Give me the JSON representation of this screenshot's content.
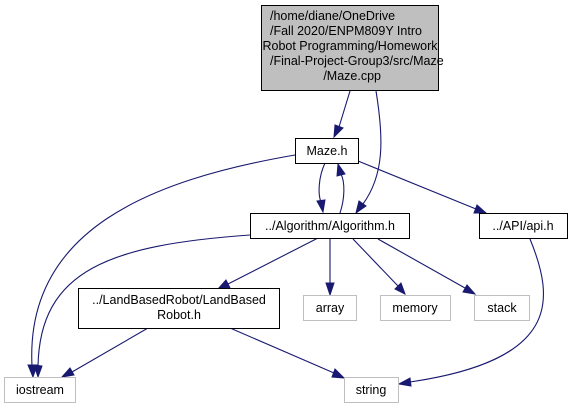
{
  "nodes": {
    "root": {
      "lines": [
        "/home/diane/OneDrive",
        "/Fall 2020/ENPM809Y Intro",
        "Robot Programming/Homework",
        "/Final-Project-Group3/src/Maze",
        "/Maze.cpp"
      ]
    },
    "maze_h": {
      "label": "Maze.h"
    },
    "algorithm_h": {
      "label": "../Algorithm/Algorithm.h"
    },
    "api_h": {
      "label": "../API/api.h"
    },
    "landbased": {
      "lines": [
        "../LandBasedRobot/LandBased",
        "Robot.h"
      ]
    },
    "array": {
      "label": "array"
    },
    "memory": {
      "label": "memory"
    },
    "stack": {
      "label": "stack"
    },
    "iostream": {
      "label": "iostream"
    },
    "string": {
      "label": "string"
    }
  },
  "colors": {
    "edge": "#191970",
    "root_fill": "#bfbfbf",
    "external_border": "#bfbfbf"
  }
}
